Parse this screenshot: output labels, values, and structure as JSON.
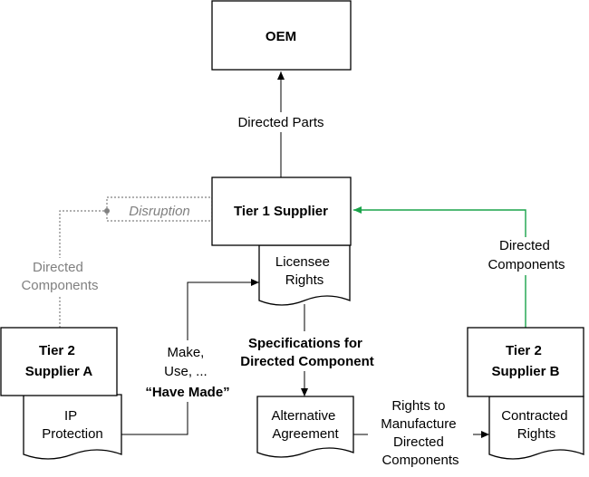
{
  "nodes": {
    "oem": "OEM",
    "tier1": "Tier 1 Supplier",
    "licensee": [
      "Licensee",
      "Rights"
    ],
    "tier2a": [
      "Tier 2",
      "Supplier A"
    ],
    "ip_protection": [
      "IP",
      "Protection"
    ],
    "tier2b": [
      "Tier 2",
      "Supplier B"
    ],
    "contracted_rights": [
      "Contracted",
      "Rights"
    ],
    "alternative_agreement": [
      "Alternative",
      "Agreement"
    ]
  },
  "labels": {
    "directed_parts": "Directed Parts",
    "disruption": "Disruption",
    "directed_components_left": [
      "Directed",
      "Components"
    ],
    "directed_components_right": [
      "Directed",
      "Components"
    ],
    "make_use": [
      "Make,",
      "Use, ...",
      "“Have Made”"
    ],
    "specs": [
      "Specifications for",
      "Directed Component"
    ],
    "rights_to_manufacture": [
      "Rights to",
      "Manufacture",
      "Directed",
      "Components"
    ]
  },
  "colors": {
    "green_link": "#1aa34a",
    "gray_link": "#808080"
  }
}
